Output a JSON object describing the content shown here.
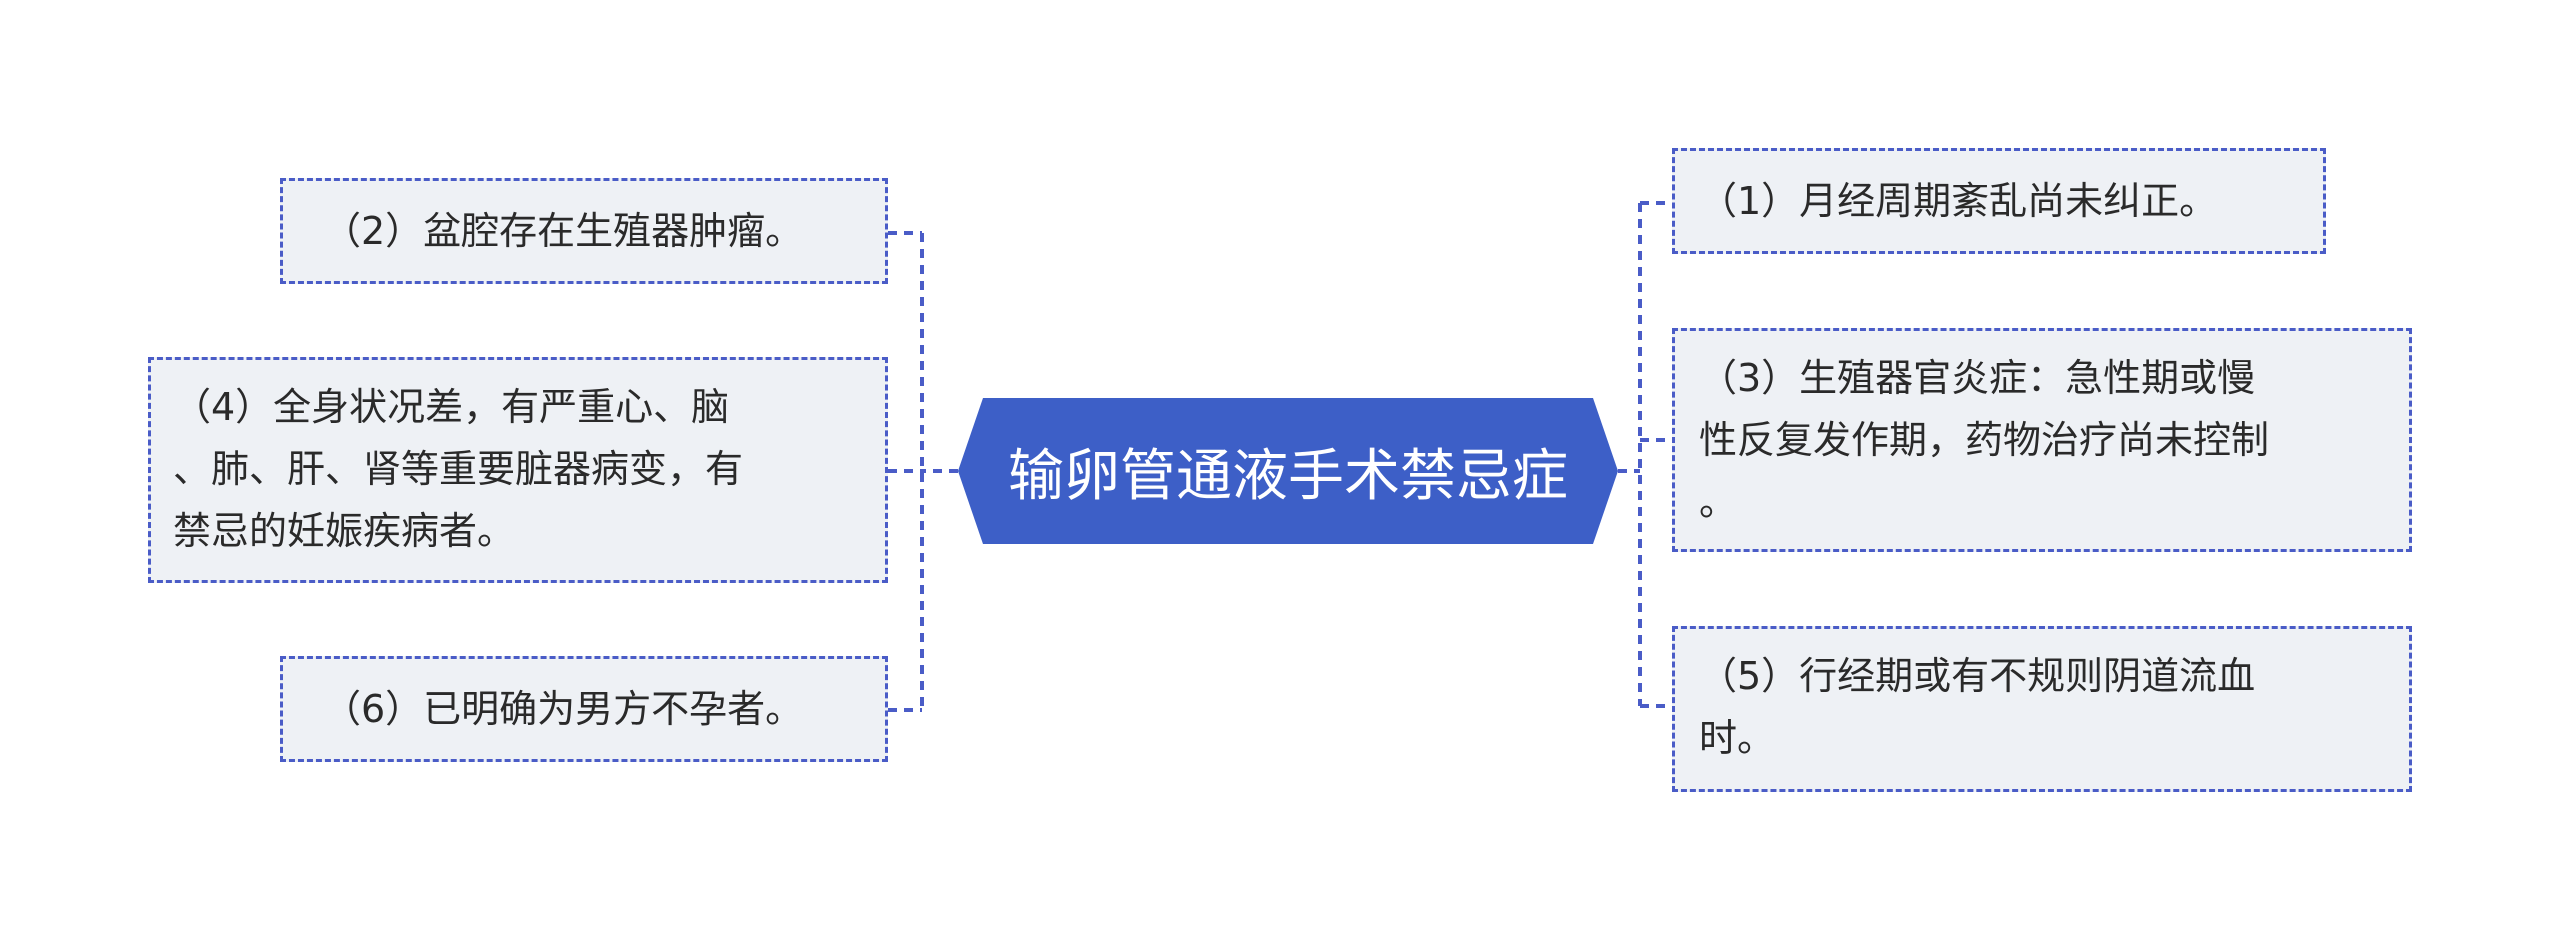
{
  "center": {
    "title": "输卵管通液手术禁忌症"
  },
  "left": [
    {
      "lines": [
        "（2）盆腔存在生殖器肿瘤。"
      ]
    },
    {
      "lines": [
        "（4）全身状况差，有严重心、脑",
        "、肺、肝、肾等重要脏器病变，有",
        "禁忌的妊娠疾病者。"
      ]
    },
    {
      "lines": [
        "（6）已明确为男方不孕者。"
      ]
    }
  ],
  "right": [
    {
      "lines": [
        "（1）月经周期紊乱尚未纠正。"
      ]
    },
    {
      "lines": [
        "（3）生殖器官炎症：急性期或慢",
        "性反复发作期，药物治疗尚未控制",
        "。"
      ]
    },
    {
      "lines": [
        "（5）行经期或有不规则阴道流血",
        "时。"
      ]
    }
  ],
  "colors": {
    "center_fill": "#3d5fc7",
    "node_fill": "#eef1f5",
    "border": "#4a5cc7",
    "connector": "#4a5cc7"
  }
}
